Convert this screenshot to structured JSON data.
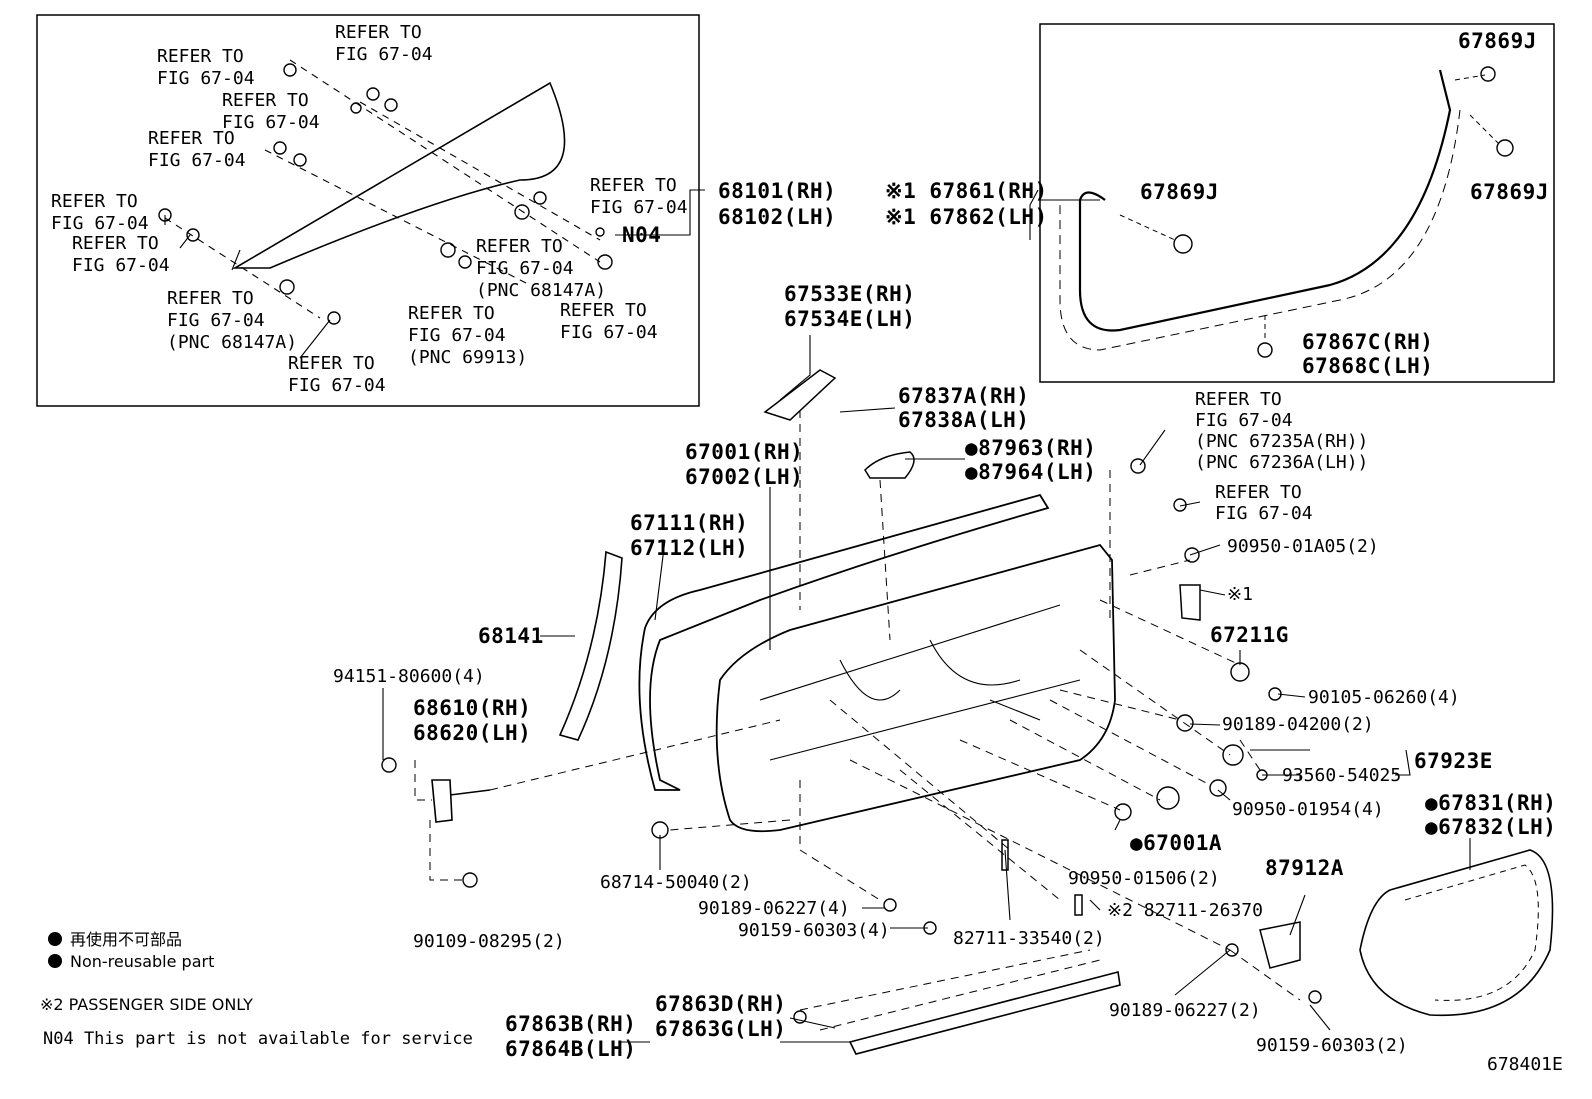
{
  "labels": {
    "ref_top_left": "REFER TO\nFIG 67-04",
    "ref_top_mid": "REFER TO\nFIG 67-04",
    "ref_left2": "REFER TO\nFIG 67-04",
    "ref_left3": "REFER TO\nFIG 67-04",
    "ref_left4": "REFER TO\nFIG 67-04",
    "ref_left5": "REFER TO\nFIG 67-04",
    "ref_glass_right": "REFER TO\nFIG 67-04",
    "ref_68147a_right": "REFER TO\nFIG 67-04\n(PNC 68147A)",
    "ref_68147a_left": "REFER TO\nFIG 67-04\n(PNC 68147A)",
    "ref_bottom_left": "REFER TO\nFIG 67-04",
    "ref_69913": "REFER TO\nFIG 67-04\n(PNC 69913)",
    "ref_lower_right": "REFER TO\nFIG 67-04",
    "n04": "N04",
    "glass": "68101(RH)\n68102(LH)",
    "ws_marked": "※1 67861(RH)\n※1 67862(LH)",
    "clip_j1": "67869J",
    "clip_j2": "67869J",
    "clip_j3": "67869J",
    "clip_c": "67867C(RH)\n67868C(LH)",
    "p67533": "67533E(RH)\n67534E(LH)",
    "p67837": "67837A(RH)\n67838A(LH)",
    "p87963": "●87963(RH)\n●87964(LH)",
    "ref_67235": "REFER TO\nFIG 67-04\n(PNC 67235A(RH))\n(PNC 67236A(LH))",
    "ref_hinge_bolt": "REFER TO\nFIG 67-04",
    "p67001": "67001(RH)\n67002(LH)",
    "p67111": "67111(RH)\n67112(LH)",
    "p68141": "68141",
    "p90950_01a05": "90950-01A05(2)",
    "mark1": "※1",
    "p67211g": "67211G",
    "p94151": "94151-80600(4)",
    "p68610": "68610(RH)\n68620(LH)",
    "p90105": "90105-06260(4)",
    "p90189_04200": "90189-04200(2)",
    "p67923e": "67923E",
    "p93560": "93560-54025",
    "p90950_01954": "90950-01954(4)",
    "p67831": "●67831(RH)\n●67832(LH)",
    "p67001a": "●67001A",
    "p90950_01506": "90950-01506(2)",
    "p68714": "68714-50040(2)",
    "p87912a": "87912A",
    "p90189_06227_a": "90189-06227(4)",
    "p90159_60303_a": "90159-60303(4)",
    "p82711_26370": "※2 82711-26370",
    "p82711_33540": "82711-33540(2)",
    "p90109": "90109-08295(2)",
    "p67863d": "67863D(RH)\n67863G(LH)",
    "p67863b": "67863B(RH)\n67864B(LH)",
    "p90189_06227_b": "90189-06227(2)",
    "p90159_60303_b": "90159-60303(2)",
    "fig_id": "678401E"
  },
  "legend": {
    "jp": "再使用不可部品",
    "en": "Non-reusable part",
    "note2": "※2 PASSENGER SIDE ONLY",
    "note_n04": "N04 This part is not available for service"
  }
}
